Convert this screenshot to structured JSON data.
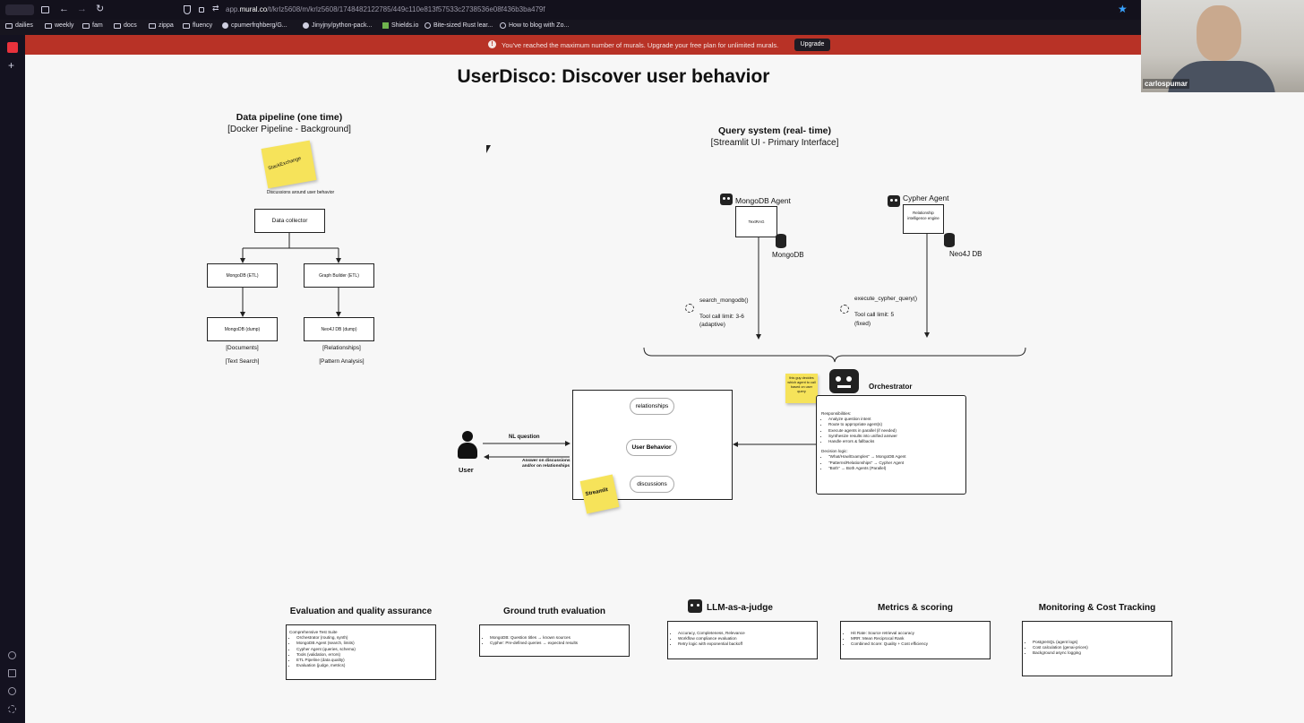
{
  "browser": {
    "url_prefix": "app.",
    "url_domain": "mural.co",
    "url_path": "/t/krlz5608/m/krlz5608/1748482122785/449c110e813f57533c2738536e08f436b3ba479f",
    "bookmarks": [
      "dailies",
      "weekly",
      "fam",
      "docs",
      "zippa",
      "fluency",
      "cpumerfrqhberg/G...",
      "Jinyjny/python-pack...",
      "Shields.io",
      "Bite-sized Rust lear...",
      "How to blog with Zo..."
    ]
  },
  "banner": {
    "message": "You've reached the maximum number of murals. Upgrade your free plan for unlimited murals.",
    "upgrade_label": "Upgrade"
  },
  "webcam": {
    "name": "carlospumar"
  },
  "mural": {
    "title": "UserDisco: Discover user behavior",
    "pipeline": {
      "title": "Data pipeline (one time)",
      "subtitle": "[Docker Pipeline - Background]",
      "sticky": "StackExchange",
      "source_caption": "Discussions around user behavior",
      "collector": "Data collector",
      "mongo_etl": "MongoDB (ETL)",
      "graph_builder": "Graph Builder (ETL)",
      "mongo_dump": "MongoDB (dump)",
      "neo4j_dump": "Neo4J DB (dump)",
      "mongo_label1": "[Documents]",
      "mongo_label2": "[Text Search]",
      "neo_label1": "[Relationships]",
      "neo_label2": "[Pattern Analysis]"
    },
    "query": {
      "title": "Query system (real- time)",
      "subtitle": "[Streamlit UI - Primary Interface]",
      "mongo_agent": "MongoDB Agent",
      "mongo_box": "TextRAG",
      "mongo_db": "MongoDB",
      "cypher_agent": "Cypher Agent",
      "cypher_box": "Relationship intelligence engine",
      "neo_db": "Neo4J DB",
      "tool1_name": "search_mongodb()",
      "tool1_limit": "Tool call limit: 3-6",
      "tool1_note": "(adaptive)",
      "tool2_name": "execute_cypher_query()",
      "tool2_limit": "Tool call limit: 5",
      "tool2_note": "(fixed)"
    },
    "orchestrator": {
      "title": "Orchestrator",
      "sticky": "this guy decides which agent to call based on user query",
      "responsibilities_title": "Responsibilities:",
      "responsibilities": [
        "Analyze question intent",
        "Route to appropriate agent(s)",
        "Execute agents in parallel (if needed)",
        "Synthesize results into unified answer",
        "Handle errors & fallbacks"
      ],
      "logic_title": "Decision logic:",
      "logic": [
        "\"What/How/Examples\" → MongoDB Agent",
        "\"Patterns/Relationships\" → Cypher Agent",
        "\"Both\" → Both Agents (Parallel)"
      ]
    },
    "ui": {
      "user": "User",
      "nl_question": "NL question",
      "answer": "Answer on discussions and/or on relationships",
      "relationships": "relationships",
      "user_behavior": "User Behavior",
      "discussions": "discussions",
      "streamlit": "Streamlit"
    },
    "bottom": [
      {
        "title": "Evaluation and quality assurance",
        "intro": "Comprehensive Test Suite",
        "items": [
          "Orchestrator (routing, synth)",
          "MongoDB Agent (search, limits)",
          "Cypher Agent (queries, schema)",
          "Tools (validation, errors)",
          "ETL Pipeline (data quality)",
          "Evaluation (judge, metrics)"
        ]
      },
      {
        "title": "Ground truth evaluation",
        "intro": "",
        "items": [
          "MongoDB: Question titles → known sources",
          "Cypher: Pre-defined queries → expected results"
        ]
      },
      {
        "title": "LLM-as-a-judge",
        "intro": "",
        "items": [
          "Accuracy, Completeness, Relevance",
          "Workflow compliance evaluation",
          "Retry logic with exponential backoff"
        ]
      },
      {
        "title": "Metrics & scoring",
        "intro": "",
        "items": [
          "Hit Rate: Source retrieval accuracy",
          "MRR: Mean Reciprocal Rank",
          "Combined Score: Quality + Cost efficiency"
        ]
      },
      {
        "title": "Monitoring & Cost Tracking",
        "intro": "",
        "items": [
          "PostgreSQL (agent logs)",
          "Cost calculation (genai-prices)",
          "Background async logging"
        ]
      }
    ]
  }
}
